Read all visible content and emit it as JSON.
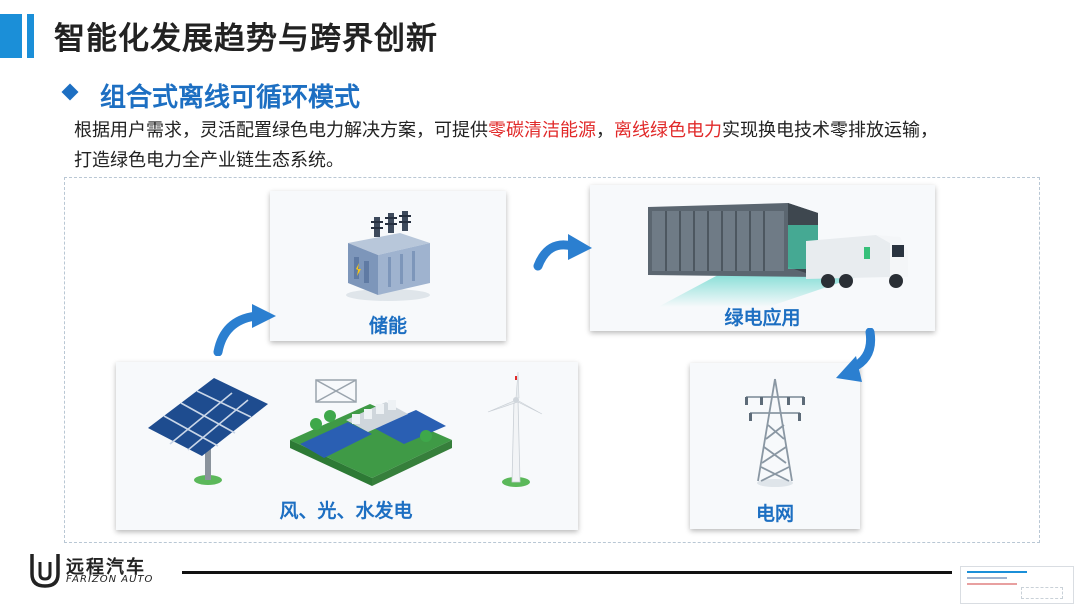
{
  "header": {
    "title": "智能化发展趋势与跨界创新"
  },
  "section": {
    "title": "组合式离线可循环模式",
    "desc_part1": "根据用户需求，灵活配置绿色电力解决方案，可提供",
    "desc_highlight1": "零碳清洁能源",
    "desc_part2": "，",
    "desc_highlight2": "离线绿色电力",
    "desc_part3": "实现换电技术零排放运输，",
    "desc_line2": "打造绿色电力全产业链生态系统。"
  },
  "cards": {
    "storage": {
      "label": "储能"
    },
    "green_power": {
      "label": "绿电应用"
    },
    "grid": {
      "label": "电网"
    },
    "renewables": {
      "label": "风、光、水发电"
    }
  },
  "footer": {
    "brand_cn": "远程汽车",
    "brand_en": "FARIZON AUTO"
  },
  "colors": {
    "accent_blue": "#1d6fc2",
    "title_bar_blue": "#1b8fd8",
    "highlight_red": "#e12a2a",
    "arrow_blue": "#2b7fd0"
  },
  "icons": {
    "bullet": "diamond-icon",
    "storage": "energy-storage-cabinet-icon",
    "green_power": "battery-swap-station-truck-icon",
    "grid": "power-transmission-tower-icon",
    "solar": "solar-panel-icon",
    "hydro": "hydro-dam-icon",
    "wind": "wind-turbine-icon",
    "flow": "curved-arrow-icon",
    "logo": "farizon-logo-icon"
  }
}
